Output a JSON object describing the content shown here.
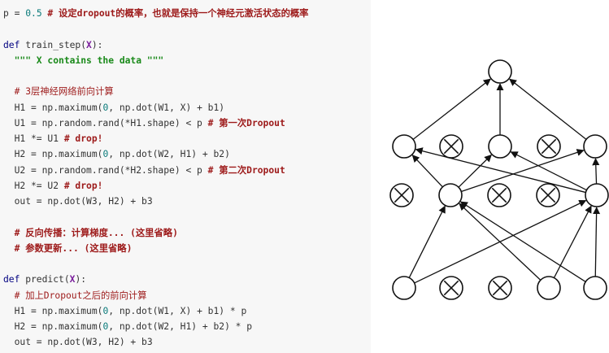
{
  "code": {
    "lines": [
      {
        "segments": [
          {
            "t": "p = ",
            "c": ""
          },
          {
            "t": "0.5",
            "c": "num"
          },
          {
            "t": " # 设定dropout的概率，也就是保持一个神经元激活状态的概率",
            "c": "cmtb"
          }
        ]
      },
      {
        "segments": [
          {
            "t": "",
            "c": ""
          }
        ]
      },
      {
        "segments": [
          {
            "t": "def",
            "c": "def"
          },
          {
            "t": " train_step(",
            "c": ""
          },
          {
            "t": "X",
            "c": "kw"
          },
          {
            "t": "):",
            "c": ""
          }
        ]
      },
      {
        "segments": [
          {
            "t": "  \"\"\" X contains the data \"\"\"",
            "c": "str"
          }
        ]
      },
      {
        "segments": [
          {
            "t": "",
            "c": ""
          }
        ]
      },
      {
        "segments": [
          {
            "t": "  # 3层神经网络前向计算",
            "c": "cmt"
          }
        ]
      },
      {
        "segments": [
          {
            "t": "  H1 = np.maximum(",
            "c": ""
          },
          {
            "t": "0",
            "c": "num"
          },
          {
            "t": ", np.dot(W1, X) + b1)",
            "c": ""
          }
        ]
      },
      {
        "segments": [
          {
            "t": "  U1 = np.random.rand(*H1.shape) < p ",
            "c": ""
          },
          {
            "t": "# 第一次Dropout",
            "c": "cmtb"
          }
        ]
      },
      {
        "segments": [
          {
            "t": "  H1 *= U1 ",
            "c": ""
          },
          {
            "t": "# drop!",
            "c": "cmtb"
          }
        ]
      },
      {
        "segments": [
          {
            "t": "  H2 = np.maximum(",
            "c": ""
          },
          {
            "t": "0",
            "c": "num"
          },
          {
            "t": ", np.dot(W2, H1) + b2)",
            "c": ""
          }
        ]
      },
      {
        "segments": [
          {
            "t": "  U2 = np.random.rand(*H2.shape) < p ",
            "c": ""
          },
          {
            "t": "# 第二次Dropout",
            "c": "cmtb"
          }
        ]
      },
      {
        "segments": [
          {
            "t": "  H2 *= U2 ",
            "c": ""
          },
          {
            "t": "# drop!",
            "c": "cmtb"
          }
        ]
      },
      {
        "segments": [
          {
            "t": "  out = np.dot(W3, H2) + b3",
            "c": ""
          }
        ]
      },
      {
        "segments": [
          {
            "t": "",
            "c": ""
          }
        ]
      },
      {
        "segments": [
          {
            "t": "  # 反向传播：计算梯度... (这里省略)",
            "c": "cmtb"
          }
        ]
      },
      {
        "segments": [
          {
            "t": "  # 参数更新... (这里省略)",
            "c": "cmtb"
          }
        ]
      },
      {
        "segments": [
          {
            "t": "",
            "c": ""
          }
        ]
      },
      {
        "segments": [
          {
            "t": "def",
            "c": "def"
          },
          {
            "t": " predict(",
            "c": ""
          },
          {
            "t": "X",
            "c": "kw"
          },
          {
            "t": "):",
            "c": ""
          }
        ]
      },
      {
        "segments": [
          {
            "t": "  # 加上Dropout之后的前向计算",
            "c": "cmt"
          }
        ]
      },
      {
        "segments": [
          {
            "t": "  H1 = np.maximum(",
            "c": ""
          },
          {
            "t": "0",
            "c": "num"
          },
          {
            "t": ", np.dot(W1, X) + b1) * p",
            "c": ""
          }
        ]
      },
      {
        "segments": [
          {
            "t": "  H2 = np.maximum(",
            "c": ""
          },
          {
            "t": "0",
            "c": "num"
          },
          {
            "t": ", np.dot(W2, H1) + b2) * p",
            "c": ""
          }
        ]
      },
      {
        "segments": [
          {
            "t": "  out = np.dot(W3, H2) + b3",
            "c": ""
          }
        ]
      }
    ]
  },
  "network": {
    "layers": [
      {
        "name": "input",
        "dropped": [
          false,
          true,
          true,
          false,
          false
        ]
      },
      {
        "name": "hidden1",
        "dropped": [
          true,
          false,
          true,
          true,
          false
        ]
      },
      {
        "name": "hidden2",
        "dropped": [
          false,
          true,
          false,
          true,
          false
        ]
      },
      {
        "name": "output",
        "dropped": [
          false
        ]
      }
    ],
    "colors": {
      "node_stroke": "#111111",
      "edge": "#111111",
      "background": "#ffffff"
    }
  }
}
